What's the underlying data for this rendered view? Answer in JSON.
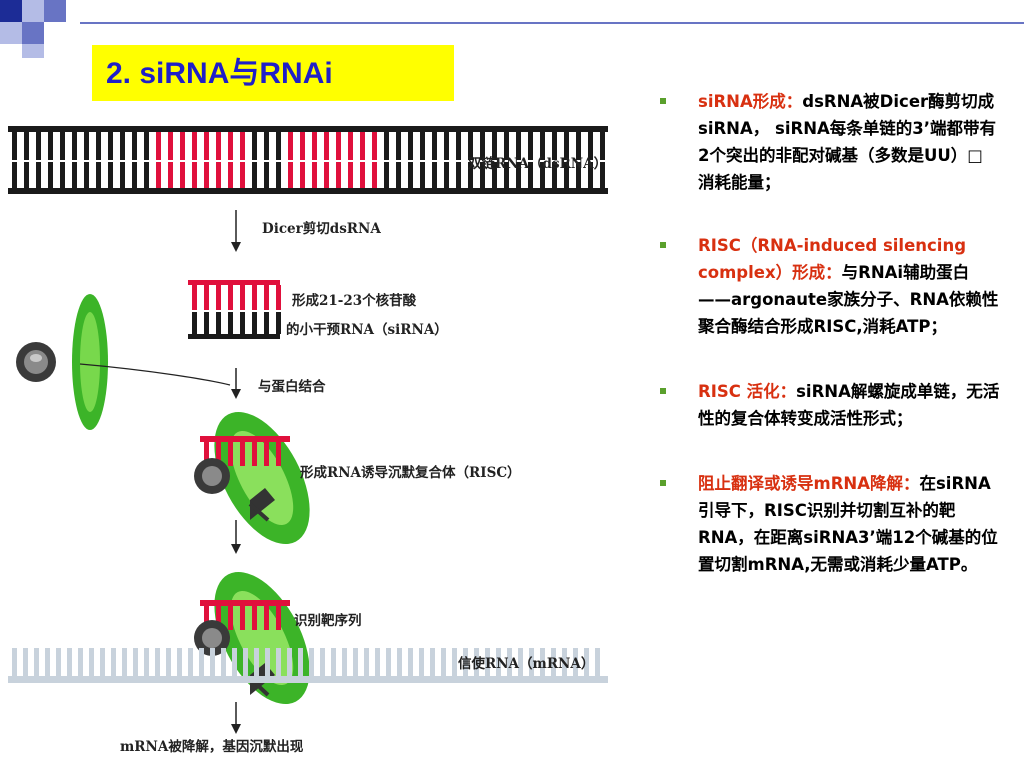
{
  "title": "2. siRNA与RNAi",
  "diagram": {
    "labels": {
      "dsrna": "双链RNA（dsRNA）",
      "dicer": "Dicer剪切dsRNA",
      "sirna_line1": "形成21-23个核苷酸",
      "sirna_line2": "的小干预RNA（siRNA）",
      "protein": "与蛋白结合",
      "risc": "形成RNA诱导沉默复合体（RISC）",
      "target": "识别靶序列",
      "mrna": "信使RNA（mRNA）",
      "degrade": "mRNA被降解，基因沉默出现"
    }
  },
  "bullets": [
    {
      "head": "siRNA形成：",
      "body": "dsRNA被Dicer酶剪切成siRNA， siRNA每条单链的3’端都带有2个突出的非配对碱基（多数是UU）□ 消耗能量；"
    },
    {
      "head": "RISC（RNA-induced silencing complex）形成：",
      "body": "与RNAi辅助蛋白——argonaute家族分子、RNA依赖性聚合酶结合形成RISC,消耗ATP；"
    },
    {
      "head": "RISC 活化：",
      "body": "siRNA解螺旋成单链，无活性的复合体转变成活性形式；"
    },
    {
      "head": "阻止翻译或诱导mRNA降解：",
      "body": "在siRNA引导下，RISC识别并切割互补的靶RNA，在距离siRNA3’端12个碱基的位置切割mRNA,无需或消耗少量ATP。"
    }
  ],
  "colors": {
    "title_bg": "#ffff00",
    "title_text": "#1f1fc8",
    "highlight": "#d83010",
    "bullet": "#5aa02c",
    "strand_red": "#e0103c",
    "protein_green": "#3cb428",
    "mrna_gray": "#c8d2dc"
  }
}
